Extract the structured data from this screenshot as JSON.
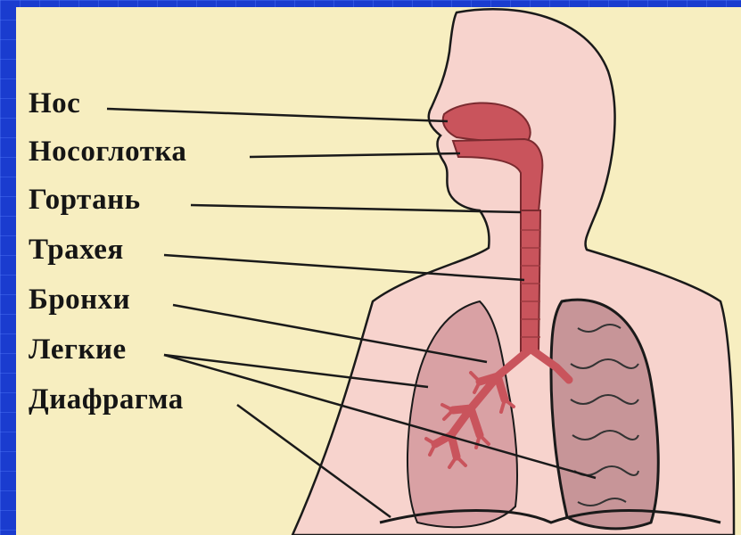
{
  "diagram": {
    "labels": {
      "nose": "Нос",
      "nasopharynx": "Носоглотка",
      "larynx": "Гортань",
      "trachea": "Трахея",
      "bronchi": "Бронхи",
      "lungs": "Легкие",
      "diaphragm": "Диафрагма"
    },
    "colors": {
      "background": "#1a3ccf",
      "panel": "#f7eec0",
      "body": "#f7d3cd",
      "airway": "#c9545c",
      "lung": "#d9a1a4",
      "outline": "#1a1a1a"
    }
  }
}
